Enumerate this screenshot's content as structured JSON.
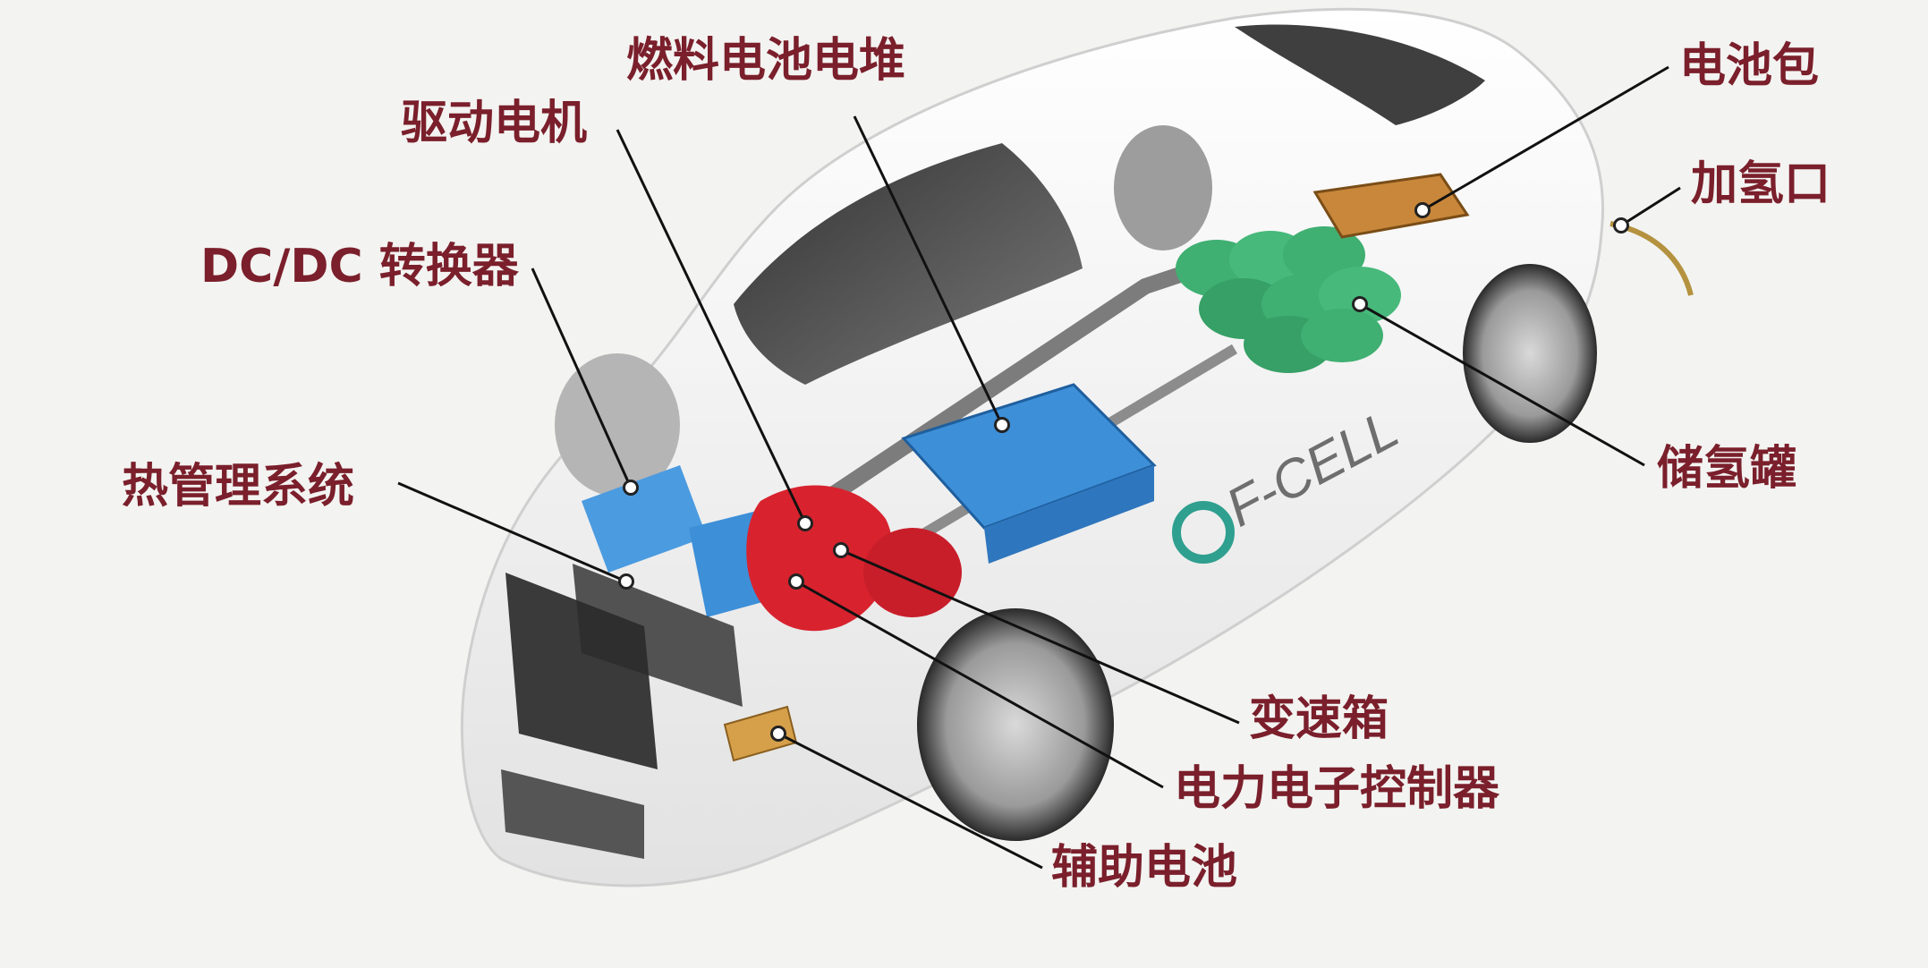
{
  "diagram": {
    "labels": {
      "fuel_cell_stack": "燃料电池电堆",
      "drive_motor": "驱动电机",
      "dcdc_converter": "DC/DC 转换器",
      "thermal_management": "热管理系统",
      "battery_pack": "电池包",
      "hydrogen_port": "加氢口",
      "hydrogen_tank": "储氢罐",
      "gearbox": "变速箱",
      "power_electronics_controller": "电力电子控制器",
      "auxiliary_battery": "辅助电池"
    },
    "car_badge": "F-CELL"
  },
  "colors": {
    "label_text": "#7a1f2b",
    "leader_line": "#111111",
    "fuel_cell_blue": "#3d8fd8",
    "tank_green": "#3faf72",
    "motor_red": "#d8232f",
    "battery_orange": "#c8873a",
    "car_body": "#f7f7f7"
  }
}
